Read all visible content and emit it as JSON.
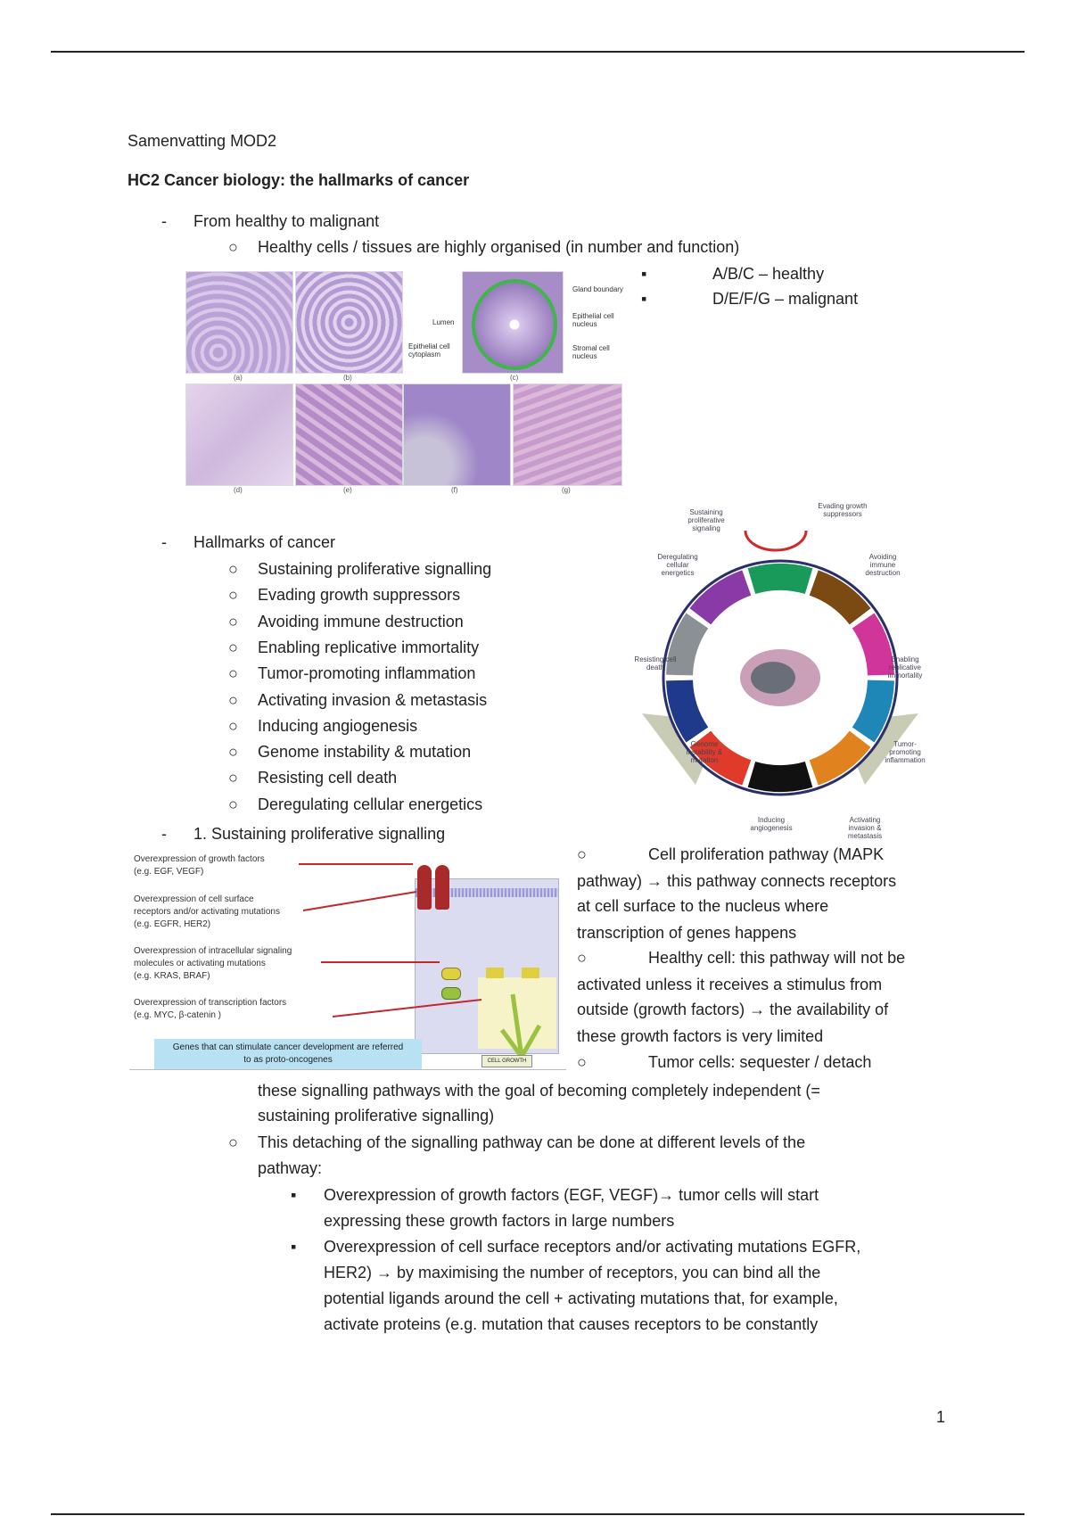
{
  "doc_title": "Samenvatting MOD2",
  "heading": "HC2 Cancer biology: the hallmarks of cancer",
  "section1": {
    "bullet": "From healthy to malignant",
    "sub": "Healthy cells / tissues are highly organised (in number and function)",
    "squares": [
      "A/B/C – healthy",
      "D/E/F/G – malignant"
    ],
    "figure_captions": [
      "(a)",
      "(b)",
      "(c)",
      "(d)",
      "(e)",
      "(f)",
      "(g)"
    ],
    "figure_labels": [
      "Gland boundary",
      "Epithelial cell nucleus",
      "Lumen",
      "Epithelial cell cytoplasm",
      "Stromal cell nucleus"
    ]
  },
  "section2": {
    "bullet": "Hallmarks of cancer",
    "items": [
      "Sustaining proliferative signalling",
      "Evading growth suppressors",
      "Avoiding immune destruction",
      "Enabling replicative immortality",
      "Tumor-promoting inflammation",
      "Activating invasion & metastasis",
      "Inducing angiogenesis",
      "Genome instability & mutation",
      "Resisting cell death",
      "Deregulating cellular energetics"
    ],
    "wheel_labels": [
      "Sustaining proliferative signaling",
      "Evading growth suppressors",
      "Avoiding immune destruction",
      "Enabling replicative immortality",
      "Tumor-promoting inflammation",
      "Activating invasion & metastasis",
      "Inducing angiogenesis",
      "Genome instability & mutation",
      "Resisting cell death",
      "Deregulating cellular energetics"
    ],
    "wheel_colors": [
      "#1a9a5a",
      "#7a4a12",
      "#d0359a",
      "#1f86b8",
      "#e0821e",
      "#111111",
      "#e03a2a",
      "#1f3a8a",
      "#8a9094",
      "#8a3aa6"
    ]
  },
  "section3": {
    "bullet": "1. Sustaining proliferative signalling",
    "diagram_labels": [
      "Overexpression of growth factors",
      "(e.g. EGF, VEGF)",
      "Overexpression of cell surface",
      "receptors and/or activating mutations",
      "(e.g. EGFR, HER2)",
      "Overexpression of intracellular signaling",
      "molecules or activating mutations",
      "(e.g. KRAS, BRAF)",
      "Overexpression of transcription factors",
      "(e.g. MYC, β-catenin )"
    ],
    "diagram_box": [
      "Genes that can stimulate cancer development are referred",
      "to as proto-oncogenes"
    ],
    "diagram_cell_growth": "CELL GROWTH",
    "right_lines": [
      "Cell proliferation pathway (MAPK",
      "pathway) → this pathway connects receptors",
      "at cell surface to the nucleus where",
      "transcription of genes happens",
      "Healthy cell: this pathway will not be",
      "activated unless it receives a stimulus from",
      "outside (growth factors) → the availability of",
      "these growth factors is very limited",
      "Tumor cells: sequester / detach"
    ],
    "cont_lines": [
      "these signalling pathways with the goal of becoming completely independent (=",
      "sustaining proliferative signalling)"
    ],
    "sub2": [
      "This detaching of the signalling pathway can be done at different levels of the",
      "pathway:"
    ],
    "squares": [
      [
        "Overexpression of growth factors (EGF, VEGF)→ tumor cells will start",
        "expressing these growth factors in large numbers"
      ],
      [
        "Overexpression of cell surface receptors and/or activating mutations EGFR,",
        "HER2) → by maximising the number of receptors, you can bind all the",
        "potential ligands around the cell + activating mutations that, for example,",
        "activate proteins (e.g. mutation that causes receptors to be constantly"
      ]
    ]
  },
  "page_number": "1"
}
